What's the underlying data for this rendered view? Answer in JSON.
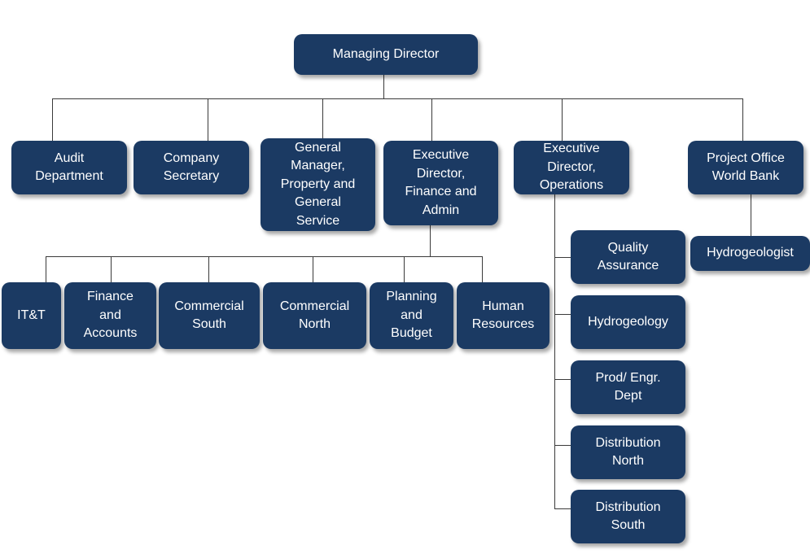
{
  "org_chart": {
    "managing_director": "Managing Director",
    "audit_department": "Audit\nDepartment",
    "company_secretary": "Company\nSecretary",
    "gm_property": "General\nManager,\nProperty and\nGeneral\nService",
    "ed_finance": "Executive\nDirector,\nFinance and\nAdmin",
    "ed_operations": "Executive\nDirector,\nOperations",
    "project_office": "Project Office\nWorld Bank",
    "hydrogeologist": "Hydrogeologist",
    "itt": "IT&T",
    "finance_accounts": "Finance\nand\nAccounts",
    "commercial_south": "Commercial\nSouth",
    "commercial_north": "Commercial\nNorth",
    "planning_budget": "Planning\nand\nBudget",
    "human_resources": "Human\nResources",
    "quality_assurance": "Quality\nAssurance",
    "hydrogeology": "Hydrogeology",
    "prod_engr": "Prod/ Engr.\nDept",
    "distribution_north": "Distribution\nNorth",
    "distribution_south": "Distribution\nSouth"
  },
  "colors": {
    "box_fill": "#1b3a63",
    "box_text": "#ffffff",
    "connector": "#3a3a3a"
  }
}
